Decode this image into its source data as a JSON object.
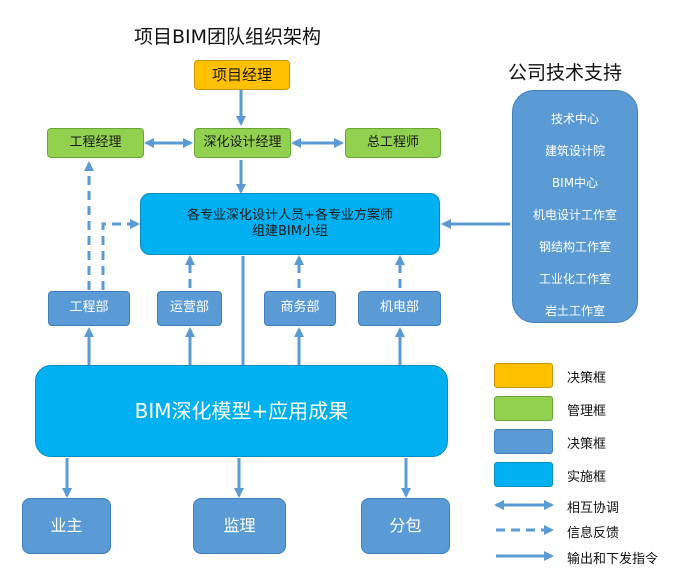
{
  "title": "项目BIM团队组织架构",
  "support_title": "公司技术支持",
  "nodes": {
    "pm": "项目经理",
    "eng_mgr": "工程经理",
    "deep_mgr": "深化设计经理",
    "chief_eng": "总工程师",
    "center_line1": "各专业深化设计人员+各专业方案师",
    "center_line2": "组建BIM小组",
    "dept_eng": "工程部",
    "dept_ops": "运营部",
    "dept_biz": "商务部",
    "dept_mep": "机电部",
    "result": "BIM深化模型+应用成果",
    "owner": "业主",
    "supervision": "监理",
    "subcontract": "分包"
  },
  "support_items": [
    "技术中心",
    "建筑设计院",
    "BIM中心",
    "机电设计工作室",
    "钢结构工作室",
    "工业化工作室",
    "岩土工作室"
  ],
  "legend": {
    "boxes": [
      {
        "label": "决策框",
        "color": "#FFC000"
      },
      {
        "label": "管理框",
        "color": "#92D050"
      },
      {
        "label": "决策框",
        "color": "#5B9BD5"
      },
      {
        "label": "实施框",
        "color": "#00B0F0"
      }
    ],
    "arrows": [
      {
        "label": "相互协调",
        "style": "double"
      },
      {
        "label": "信息反馈",
        "style": "dashed"
      },
      {
        "label": "输出和下发指令",
        "style": "single"
      }
    ]
  },
  "colors": {
    "decision": "#FFC000",
    "management": "#92D050",
    "department": "#5B9BD5",
    "implementation": "#00B0F0",
    "arrow": "#5B9BD5"
  }
}
